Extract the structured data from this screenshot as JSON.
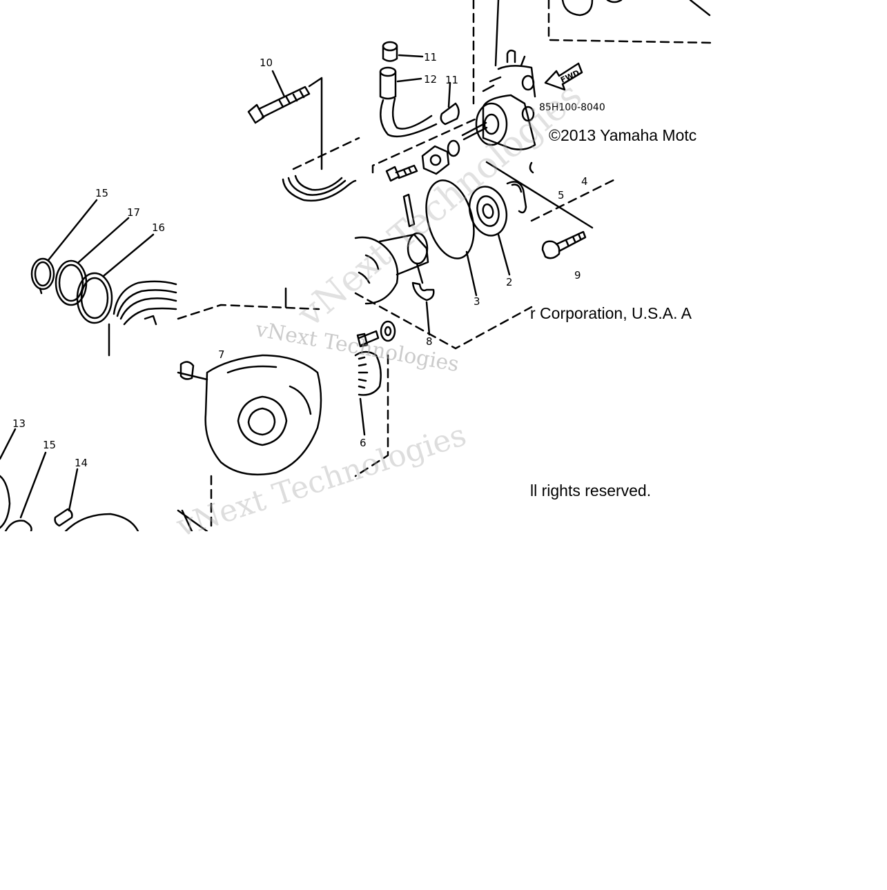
{
  "diagram": {
    "part_labels": [
      "10",
      "11",
      "12",
      "11",
      "15",
      "17",
      "16",
      "5",
      "4",
      "9",
      "2",
      "3",
      "8",
      "7",
      "6",
      "13",
      "15",
      "14"
    ],
    "part_code": "85H100-8040",
    "fwd_label": "FWD"
  },
  "copyright": {
    "line1": "©2013 Yamaha Motc",
    "line2": "r Corporation, U.S.A. A",
    "line3": "ll rights reserved."
  },
  "watermarks": [
    "vNext Technologies",
    "vNext Technologies",
    "vNext Technologies"
  ],
  "colors": {
    "line": "#000000",
    "background": "#ffffff",
    "watermark": "#a0a0a0"
  }
}
